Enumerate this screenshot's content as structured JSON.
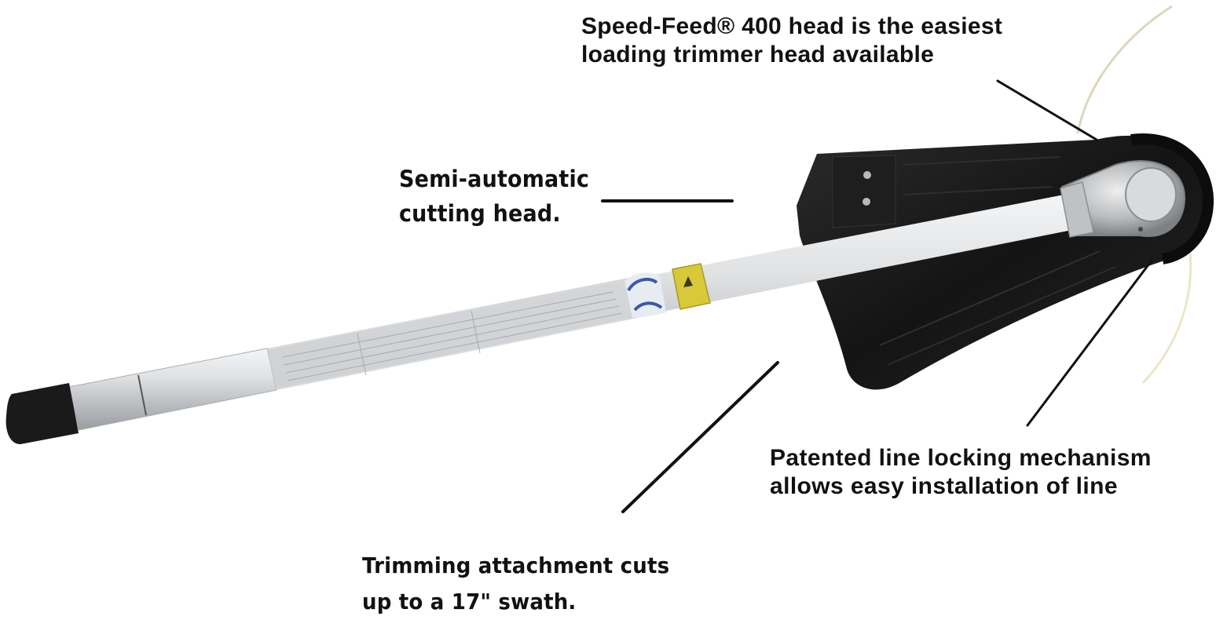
{
  "diagram": {
    "subject": "String trimmer attachment",
    "colors": {
      "background": "#ffffff",
      "text": "#111111",
      "leader_line": "#111111",
      "guard": "#1b1b1b",
      "shaft": "#c9cbcd",
      "label_yellow": "#d8c93a",
      "label_blue": "#3a5aa8",
      "trimmer_line": "#e6e1c4"
    },
    "callouts": [
      {
        "id": "speedfeed",
        "lines": [
          "Speed-Feed® 400 head is the easiest",
          "loading trimmer head available"
        ]
      },
      {
        "id": "semiauto",
        "lines": [
          "Semi-automatic",
          "cutting head."
        ]
      },
      {
        "id": "locking",
        "lines": [
          "Patented line locking mechanism",
          "allows easy installation of line"
        ]
      },
      {
        "id": "swath",
        "lines": [
          "Trimming attachment cuts",
          "up to a 17\" swath."
        ]
      }
    ]
  }
}
